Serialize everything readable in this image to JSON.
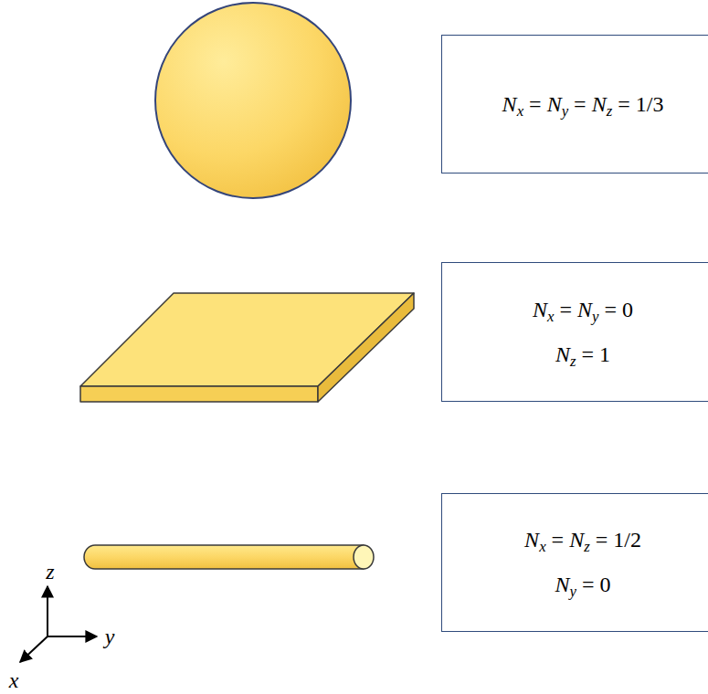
{
  "diagram": {
    "nodes": [
      {
        "text": [
          "Nx = Ny = Nz = 1/3"
        ]
      },
      {
        "text": [
          "Nx = Ny = 0",
          "Nz = 1"
        ]
      },
      {
        "text": [
          "Nx = Nz = 1/2",
          "Ny = 0"
        ]
      }
    ],
    "labels": [
      "z",
      "y",
      "x"
    ]
  }
}
